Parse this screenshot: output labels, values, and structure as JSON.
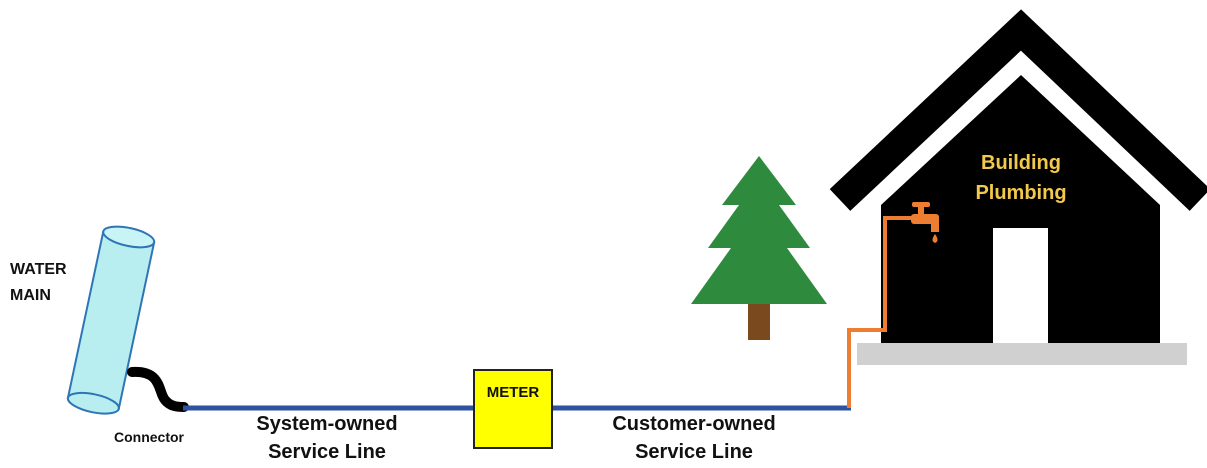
{
  "labels": {
    "water_main": [
      "WATER",
      "MAIN"
    ],
    "connector": "Connector",
    "meter": "METER",
    "system_owned": [
      "System-owned",
      "Service Line"
    ],
    "customer_owned": [
      "Customer-owned",
      "Service Line"
    ],
    "building_plumbing": [
      "Building",
      "Plumbing"
    ]
  },
  "colors": {
    "water_main_fill": "#b8eef0",
    "water_main_stroke": "#2e75b6",
    "service_line": "#2f52a0",
    "meter_fill": "#ffff00",
    "house": "#000000",
    "house_base": "#d0d0d0",
    "door": "#ffffff",
    "building_text": "#f2c94c",
    "plumbing": "#ed7d31",
    "tree_foliage": "#2e8b3e",
    "tree_trunk": "#7a4a1e",
    "connector": "#000000"
  },
  "icons": [
    "water-main-pipe",
    "connector-hose",
    "meter-box",
    "tree-icon",
    "house-icon",
    "faucet-icon"
  ]
}
